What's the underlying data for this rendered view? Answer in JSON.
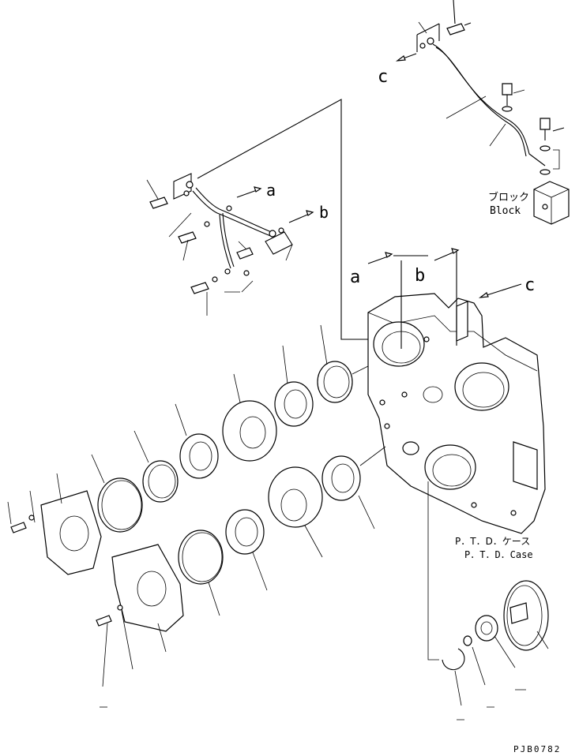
{
  "labels": {
    "arrow_a_left": "a",
    "arrow_b_left": "b",
    "arrow_c_top": "c",
    "arrow_a_case": "a",
    "arrow_b_case": "b",
    "arrow_c_case": "c"
  },
  "block": {
    "jp": "ブロック",
    "en": "Block"
  },
  "case": {
    "jp": "P．T．D．ケース",
    "en": "P．T．D．Case"
  },
  "code": "PJB0782"
}
